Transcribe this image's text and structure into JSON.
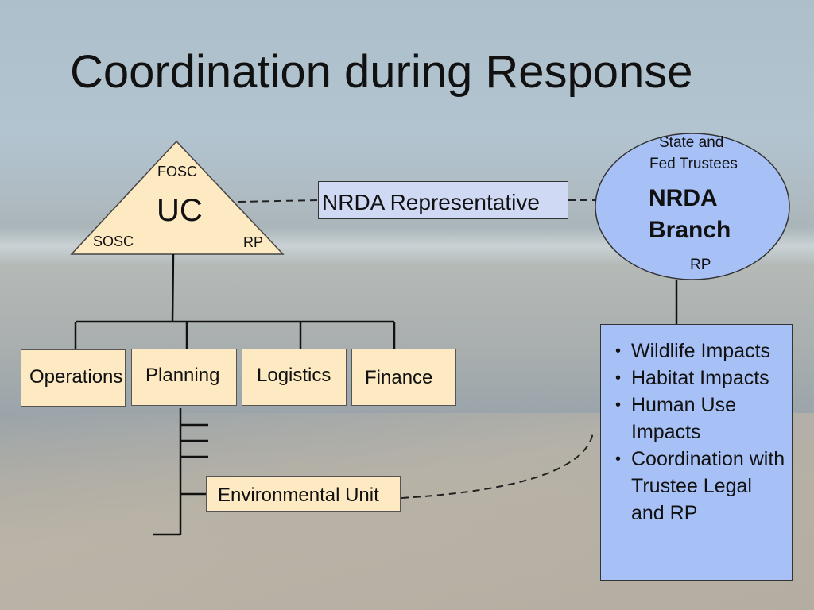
{
  "title": "Coordination during Response",
  "uc": {
    "top": "FOSC",
    "center": "UC",
    "left": "SOSC",
    "right": "RP"
  },
  "nrda_rep": "NRDA Representative",
  "nrda_branch": {
    "top_line1": "State and",
    "top_line2": "Fed Trustees",
    "center_line1": "NRDA",
    "center_line2": "Branch",
    "bottom": "RP"
  },
  "sections": [
    "Operations",
    "Planning",
    "Logistics",
    "Finance"
  ],
  "environmental_unit": "Environmental Unit",
  "impacts": [
    "Wildlife Impacts",
    "Habitat Impacts",
    "Human Use Impacts",
    "Coordination with Trustee Legal and RP"
  ],
  "colors": {
    "box_fill": "#fde9c2",
    "rep_fill": "#cfd9f4",
    "branch_fill": "#a7c1f7"
  }
}
